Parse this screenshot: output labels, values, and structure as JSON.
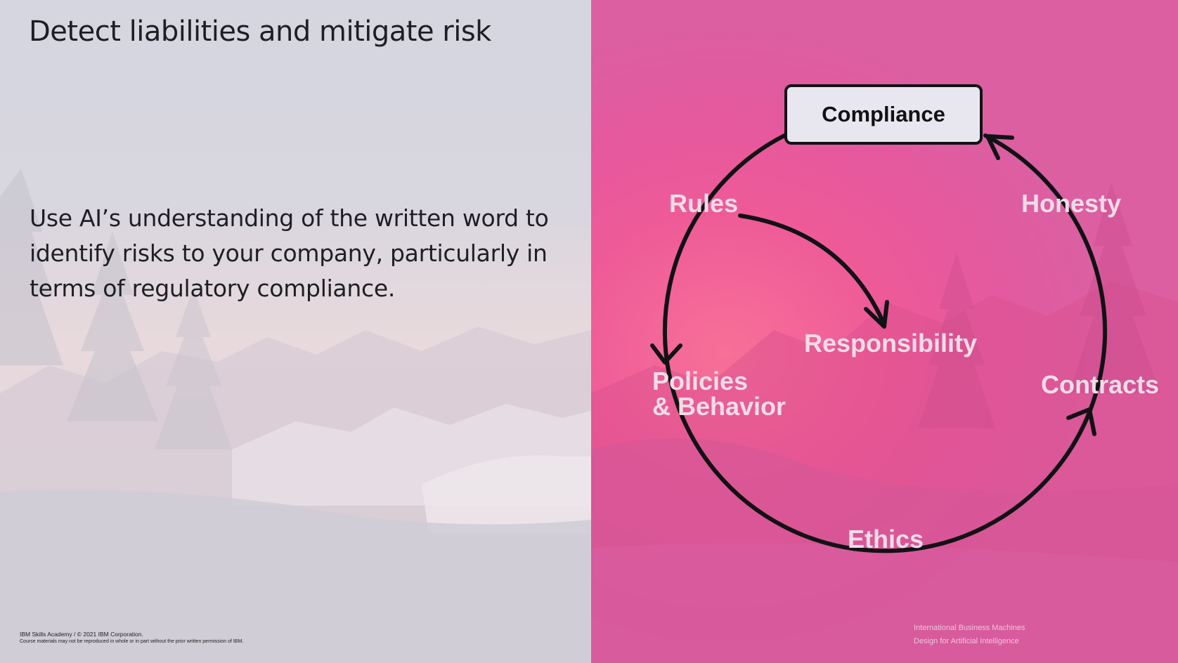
{
  "slide": {
    "title": "Detect liabilities and mitigate risk",
    "body": "Use AI’s understanding of the written word to identify risks to your company, particularly in terms of regulatory compliance.",
    "footer_left": {
      "line1": "IBM Skills Academy / © 2021 IBM Corporation.",
      "line2": "Course materials may not be reproduced in whole or in part without the prior written permission of IBM."
    },
    "footer_right": {
      "line1": "International Business Machines",
      "line2": "Design for Artificial Intelligence"
    }
  },
  "diagram": {
    "center_box": "Compliance",
    "labels": {
      "rules": "Rules",
      "honesty": "Honesty",
      "responsibility": "Responsibility",
      "contracts": "Contracts",
      "policies_line1": "Policies",
      "policies_line2": "& Behavior",
      "ethics": "Ethics"
    }
  },
  "colors": {
    "left_background": "#d5d6e0",
    "right_background": "#e4599f",
    "arrow_color": "#121214",
    "label_color": "#f1dce8"
  }
}
